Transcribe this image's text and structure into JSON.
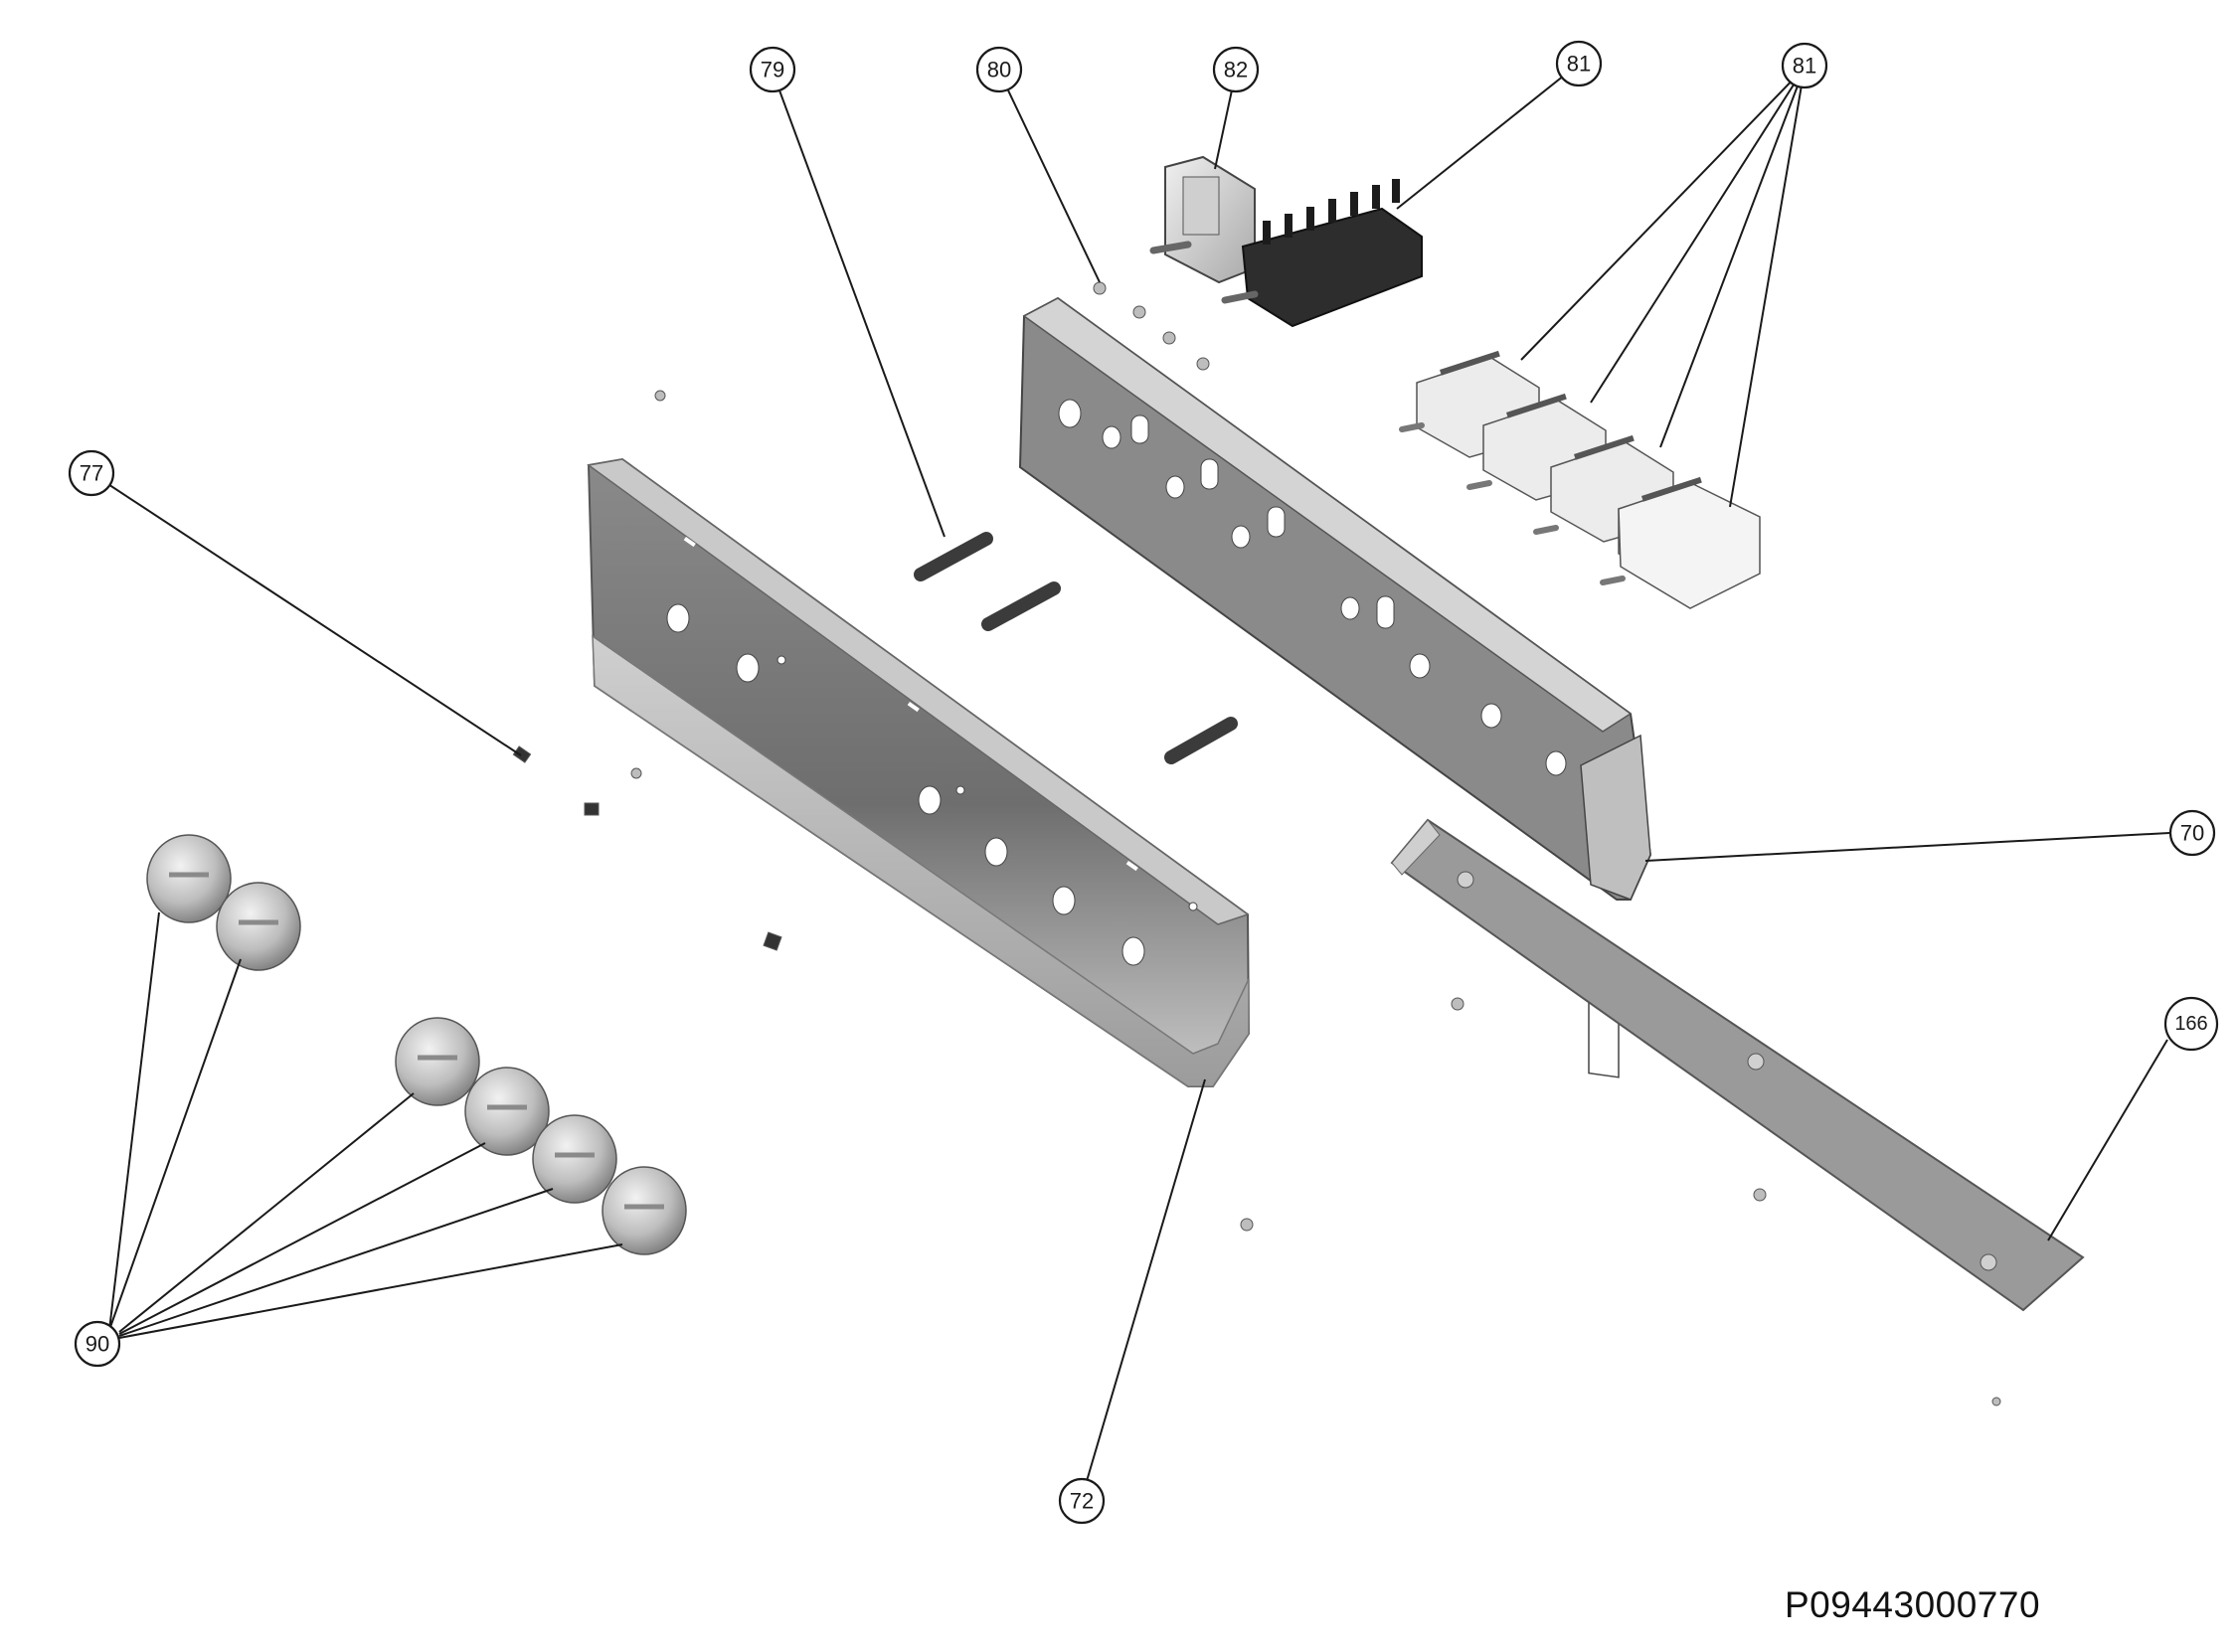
{
  "callouts": {
    "c77": "77",
    "c79": "79",
    "c80": "80",
    "c82": "82",
    "c81a": "81",
    "c81b": "81",
    "c70": "70",
    "c166": "166",
    "c72": "72",
    "c90": "90"
  },
  "drawing_number": "P09443000770",
  "colors": {
    "panel_light": "#d9d9d9",
    "panel_mid": "#a8a8a8",
    "panel_dark": "#6b6b6b",
    "line": "#1a1a1a"
  }
}
